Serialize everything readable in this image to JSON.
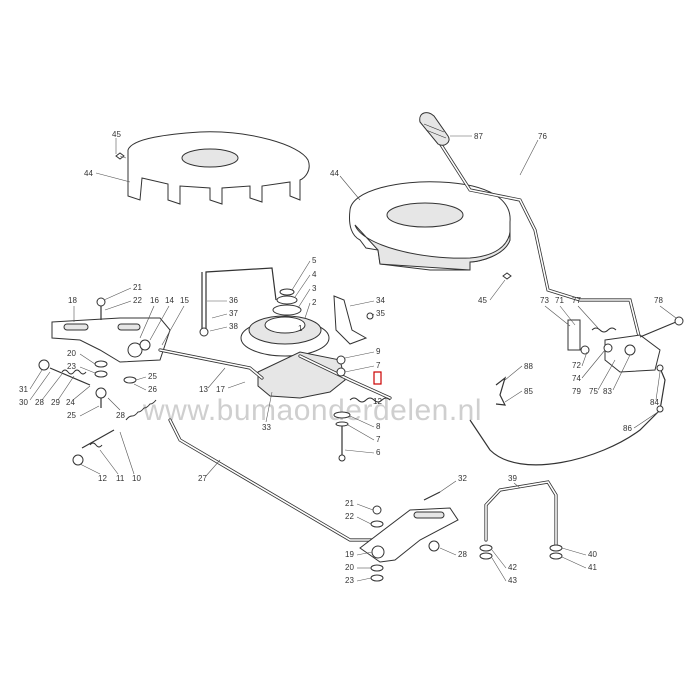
{
  "watermark": "www.bumaonderdelen.nl",
  "highlight_color": "#cc0000",
  "callouts": {
    "c1": "1",
    "c2": "2",
    "c3": "3",
    "c4": "4",
    "c5": "5",
    "c6": "6",
    "c7a": "7",
    "c7b": "7",
    "c8": "8",
    "c9": "9",
    "c10": "10",
    "c11": "11",
    "c12a": "12",
    "c12b": "12",
    "c13": "13",
    "c14": "14",
    "c15": "15",
    "c16": "16",
    "c17": "17",
    "c18": "18",
    "c19": "19",
    "c20a": "20",
    "c20b": "20",
    "c21a": "21",
    "c21b": "21",
    "c22a": "22",
    "c22b": "22",
    "c23a": "23",
    "c23b": "23",
    "c24": "24",
    "c25a": "25",
    "c25b": "25",
    "c26": "26",
    "c27": "27",
    "c28a": "28",
    "c28b": "28",
    "c29": "29",
    "c30": "30",
    "c31": "31",
    "c32": "32",
    "c33": "33",
    "c34": "34",
    "c35": "35",
    "c36": "36",
    "c37": "37",
    "c38": "38",
    "c39": "39",
    "c40": "40",
    "c41": "41",
    "c42": "42",
    "c43": "43",
    "c44a": "44",
    "c44b": "44",
    "c45a": "45",
    "c45b": "45",
    "c71": "71",
    "c72": "72",
    "c73": "73",
    "c74": "74",
    "c75": "75",
    "c76": "76",
    "c77": "77",
    "c78": "78",
    "c79": "79",
    "c83": "83",
    "c84": "84",
    "c85": "85",
    "c86": "86",
    "c87": "87",
    "c88": "88"
  }
}
